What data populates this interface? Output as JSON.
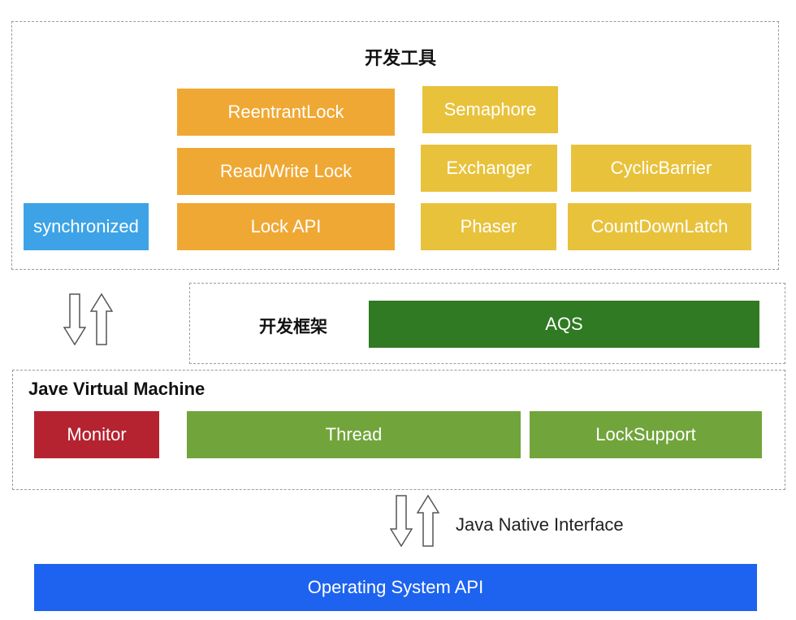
{
  "dev_tools": {
    "title": "开发工具",
    "synchronized": "synchronized",
    "locks": [
      "ReentrantLock",
      "Read/Write Lock",
      "Lock API"
    ],
    "sync_utils": [
      "Semaphore",
      "Exchanger",
      "CyclicBarrier",
      "Phaser",
      "CountDownLatch"
    ]
  },
  "dev_framework": {
    "title": "开发框架",
    "aqs": "AQS"
  },
  "jvm": {
    "title": "Jave Virtual Machine",
    "monitor": "Monitor",
    "thread": "Thread",
    "lock_support": "LockSupport"
  },
  "jni": {
    "label": "Java Native Interface"
  },
  "os": {
    "label": "Operating System API"
  },
  "icons": {
    "down": "arrow-down-icon",
    "up": "arrow-up-icon"
  },
  "colors": {
    "orange": "#f0a834",
    "yellow": "#e9c23c",
    "blue_light": "#3da3e6",
    "green_dark": "#2f7a22",
    "green_light": "#71a53b",
    "red": "#b52230",
    "blue": "#1d63f0"
  }
}
